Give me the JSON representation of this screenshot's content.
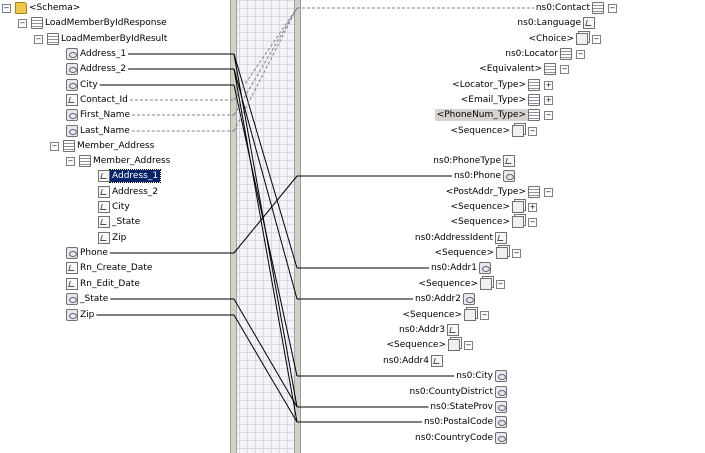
{
  "source_tree": {
    "root": "<Schema>",
    "nodes": [
      {
        "id": "s_response",
        "label": "LoadMemberByIdResponse",
        "icon": "doc-icon"
      },
      {
        "id": "s_result",
        "label": "LoadMemberByIdResult",
        "icon": "doc-icon"
      },
      {
        "id": "s_addr1",
        "label": "Address_1",
        "icon": "field-icon"
      },
      {
        "id": "s_addr2",
        "label": "Address_2",
        "icon": "field-icon"
      },
      {
        "id": "s_city",
        "label": "City",
        "icon": "field-icon"
      },
      {
        "id": "s_contact",
        "label": "Contact_Id",
        "icon": "attr-icon"
      },
      {
        "id": "s_first",
        "label": "First_Name",
        "icon": "field-icon"
      },
      {
        "id": "s_last",
        "label": "Last_Name",
        "icon": "field-icon"
      },
      {
        "id": "s_ma_outer",
        "label": "Member_Address",
        "icon": "doc-icon"
      },
      {
        "id": "s_ma_inner",
        "label": "Member_Address",
        "icon": "doc-icon"
      },
      {
        "id": "s_ma_addr1",
        "label": "Address_1",
        "icon": "attr-icon"
      },
      {
        "id": "s_ma_addr2",
        "label": "Address_2",
        "icon": "attr-icon"
      },
      {
        "id": "s_ma_city",
        "label": "City",
        "icon": "attr-icon"
      },
      {
        "id": "s_ma_state",
        "label": "_State",
        "icon": "attr-icon"
      },
      {
        "id": "s_ma_zip",
        "label": "Zip",
        "icon": "attr-icon"
      },
      {
        "id": "s_phone",
        "label": "Phone",
        "icon": "field-icon"
      },
      {
        "id": "s_create",
        "label": "Rn_Create_Date",
        "icon": "attr-icon"
      },
      {
        "id": "s_edit",
        "label": "Rn_Edit_Date",
        "icon": "attr-icon"
      },
      {
        "id": "s_state",
        "label": "_State",
        "icon": "field-icon"
      },
      {
        "id": "s_zip",
        "label": "Zip",
        "icon": "field-icon"
      }
    ]
  },
  "dest_tree": {
    "nodes": [
      {
        "id": "d_contact",
        "label": "ns0:Contact"
      },
      {
        "id": "d_language",
        "label": "ns0:Language"
      },
      {
        "id": "d_choice",
        "label": "<Choice>"
      },
      {
        "id": "d_locator",
        "label": "ns0:Locator"
      },
      {
        "id": "d_equiv",
        "label": "<Equivalent>"
      },
      {
        "id": "d_loctype",
        "label": "<Locator_Type>"
      },
      {
        "id": "d_emailtype",
        "label": "<Email_Type>"
      },
      {
        "id": "d_phonetype",
        "label": "<PhoneNum_Type>"
      },
      {
        "id": "d_seq1",
        "label": "<Sequence>"
      },
      {
        "id": "d_phonetype2",
        "label": "ns0:PhoneType"
      },
      {
        "id": "d_phone",
        "label": "ns0:Phone"
      },
      {
        "id": "d_postaddr",
        "label": "<PostAddr_Type>"
      },
      {
        "id": "d_seq2",
        "label": "<Sequence>"
      },
      {
        "id": "d_seq3",
        "label": "<Sequence>"
      },
      {
        "id": "d_addrident",
        "label": "ns0:AddressIdent"
      },
      {
        "id": "d_seq4",
        "label": "<Sequence>"
      },
      {
        "id": "d_addr1",
        "label": "ns0:Addr1"
      },
      {
        "id": "d_seq5",
        "label": "<Sequence>"
      },
      {
        "id": "d_addr2",
        "label": "ns0:Addr2"
      },
      {
        "id": "d_seq6",
        "label": "<Sequence>"
      },
      {
        "id": "d_addr3",
        "label": "ns0:Addr3"
      },
      {
        "id": "d_seq7",
        "label": "<Sequence>"
      },
      {
        "id": "d_addr4",
        "label": "ns0:Addr4"
      },
      {
        "id": "d_city",
        "label": "ns0:City"
      },
      {
        "id": "d_county",
        "label": "ns0:CountyDistrict"
      },
      {
        "id": "d_stateprov",
        "label": "ns0:StateProv"
      },
      {
        "id": "d_postal",
        "label": "ns0:PostalCode"
      },
      {
        "id": "d_country",
        "label": "ns0:CountryCode"
      }
    ]
  },
  "links": [
    {
      "from": "s_addr1",
      "to": "d_addr1",
      "style": "solid"
    },
    {
      "from": "s_addr2",
      "to": "d_addr2",
      "style": "solid"
    },
    {
      "from": "s_city",
      "to": "d_city",
      "style": "solid"
    },
    {
      "from": "s_contact",
      "to": "d_contact",
      "style": "dashed"
    },
    {
      "from": "s_first",
      "to": "d_contact",
      "style": "dashed"
    },
    {
      "from": "s_last",
      "to": "d_contact",
      "style": "dashed"
    },
    {
      "from": "s_phone",
      "to": "d_phone",
      "style": "solid"
    },
    {
      "from": "s_state",
      "to": "d_stateprov",
      "style": "solid"
    },
    {
      "from": "s_zip",
      "to": "d_postal",
      "style": "solid"
    },
    {
      "from": "s_addr1",
      "to": "d_stateprov",
      "style": "solid"
    },
    {
      "from": "s_addr2",
      "to": "d_postal",
      "style": "solid"
    }
  ],
  "colors": {
    "selection": "#0a246a",
    "link": "#000000",
    "dashed_link": "#808080",
    "grid": "#d8d8e4"
  }
}
